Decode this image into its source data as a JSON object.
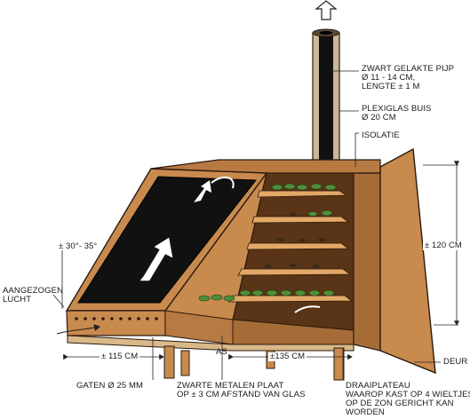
{
  "labels": {
    "pipe": [
      "ZWART GELAKTE PIJP",
      "Ø 11 - 14 CM,",
      "LENGTE ± 1 M"
    ],
    "plexi": [
      "PLEXIGLAS BUIS",
      "Ø 20 CM"
    ],
    "insulation": "ISOLATIE",
    "height": "± 120 CM",
    "angle": "± 30°- 35°",
    "intake": [
      "AANGEZOGEN",
      "LUCHT"
    ],
    "depth": "± 115 CM",
    "axle": "AS",
    "width": "±135 CM",
    "door": "DEUR",
    "holes": "GATEN Ø 25 MM",
    "plate": [
      "ZWARTE METALEN PLAAT",
      "OP ± 3 CM AFSTAND VAN GLAS"
    ],
    "turntable": [
      "DRAAIPLATEAU",
      "WAAROP KAST OP 4 WIELTJES",
      "OP DE ZON GERICHT KAN",
      "WORDEN"
    ]
  },
  "colors": {
    "wood": "#c98a4e",
    "wood_dark": "#8a5628",
    "panel": "#111111",
    "leaf": "#4f8f3a",
    "outline": "#2b1a0e"
  }
}
